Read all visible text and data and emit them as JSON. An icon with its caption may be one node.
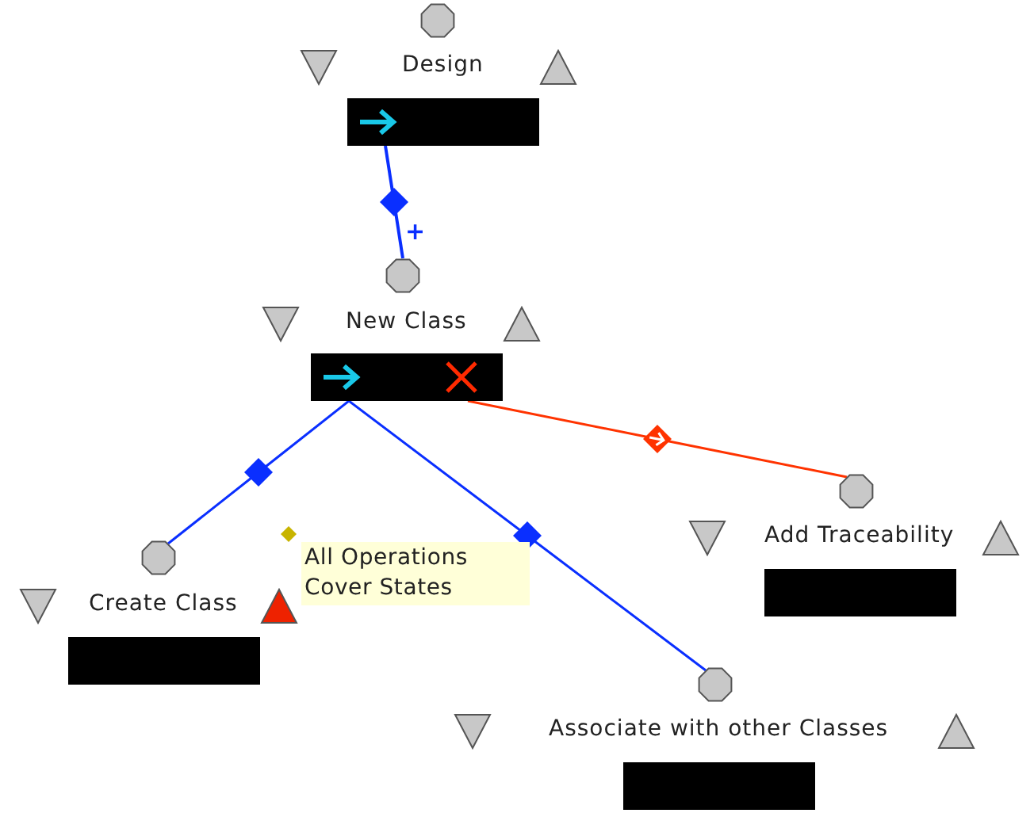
{
  "diagram": {
    "nodes": [
      {
        "text": [
          "Design"
        ]
      },
      {
        "text": [
          "New Class"
        ]
      },
      {
        "text": [
          "Add Traceability"
        ]
      },
      {
        "text": [
          "All Operations Cover States"
        ]
      },
      {
        "text": [
          "Create Class"
        ]
      },
      {
        "text": [
          "Associate with other Classes"
        ]
      }
    ],
    "edges": [
      {
        "from": 0,
        "to": 1,
        "arrow": "none",
        "label": "+"
      },
      {
        "from": 1,
        "to": 4,
        "arrow": "none"
      },
      {
        "from": 1,
        "to": 5,
        "arrow": "none"
      },
      {
        "from": 1,
        "to": 2,
        "arrow": "to",
        "color": "#ff3300"
      }
    ]
  }
}
